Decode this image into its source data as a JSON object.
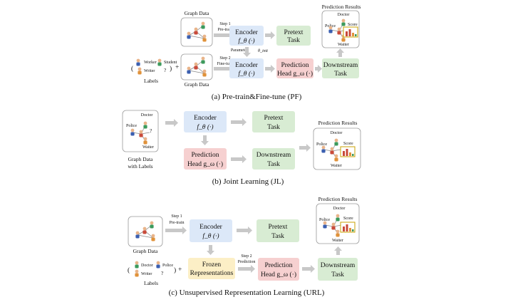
{
  "a": {
    "graph_data_top": "Graph Data",
    "graph_data_bottom": "Graph Data",
    "step1": "Step 1",
    "pretrain": "Pre-train",
    "step2": "Step 2",
    "finetune": "Fine-tune",
    "parameter": "Parameter",
    "theta_init": "θ_init",
    "encoder": "Encoder",
    "encoder_fn": "f_θ (·)",
    "pretext": "Pretext",
    "task": "Task",
    "prediction": "Prediction",
    "head": "Head g_ω (·)",
    "downstream": "Downstream",
    "prediction_results": "Prediction Results",
    "doctor": "Doctor",
    "police": "Police",
    "score": "Score",
    "waiter": "Waiter",
    "labels": "Labels",
    "worker": "Worker",
    "student": "Student",
    "writer": "Writer",
    "qmark": "?",
    "caption": "(a)  Pre-train&Fine-tune (PF)"
  },
  "b": {
    "graph_data": "Graph Data",
    "with_labels": "with Labels",
    "doctor": "Doctor",
    "police": "Police",
    "waiter": "Waiter",
    "score": "Score",
    "encoder": "Encoder",
    "encoder_fn": "f_θ (·)",
    "pretext": "Pretext",
    "task": "Task",
    "prediction": "Prediction",
    "head": "Head g_ω (·)",
    "downstream": "Downstream",
    "prediction_results": "Prediction Results",
    "qmark": "?",
    "caption": "(b)  Joint Learning (JL)"
  },
  "c": {
    "graph_data": "Graph Data",
    "step1": "Step 1",
    "pretrain": "Pre-train",
    "step2": "Step 2",
    "prediction_step": "Prediction",
    "encoder": "Encoder",
    "encoder_fn": "f_θ (·)",
    "pretext": "Pretext",
    "task": "Task",
    "frozen": "Frozen",
    "representations": "Representations",
    "prediction": "Prediction",
    "head": "Head g_ω (·)",
    "downstream": "Downstream",
    "prediction_results": "Prediction Results",
    "doctor": "Doctor",
    "police": "Police",
    "score": "Score",
    "waiter": "Waiter",
    "labels": "Labels",
    "writer": "Writer",
    "qmark": "?",
    "caption": "(c)  Unsupervised Representation Learning (URL)"
  }
}
